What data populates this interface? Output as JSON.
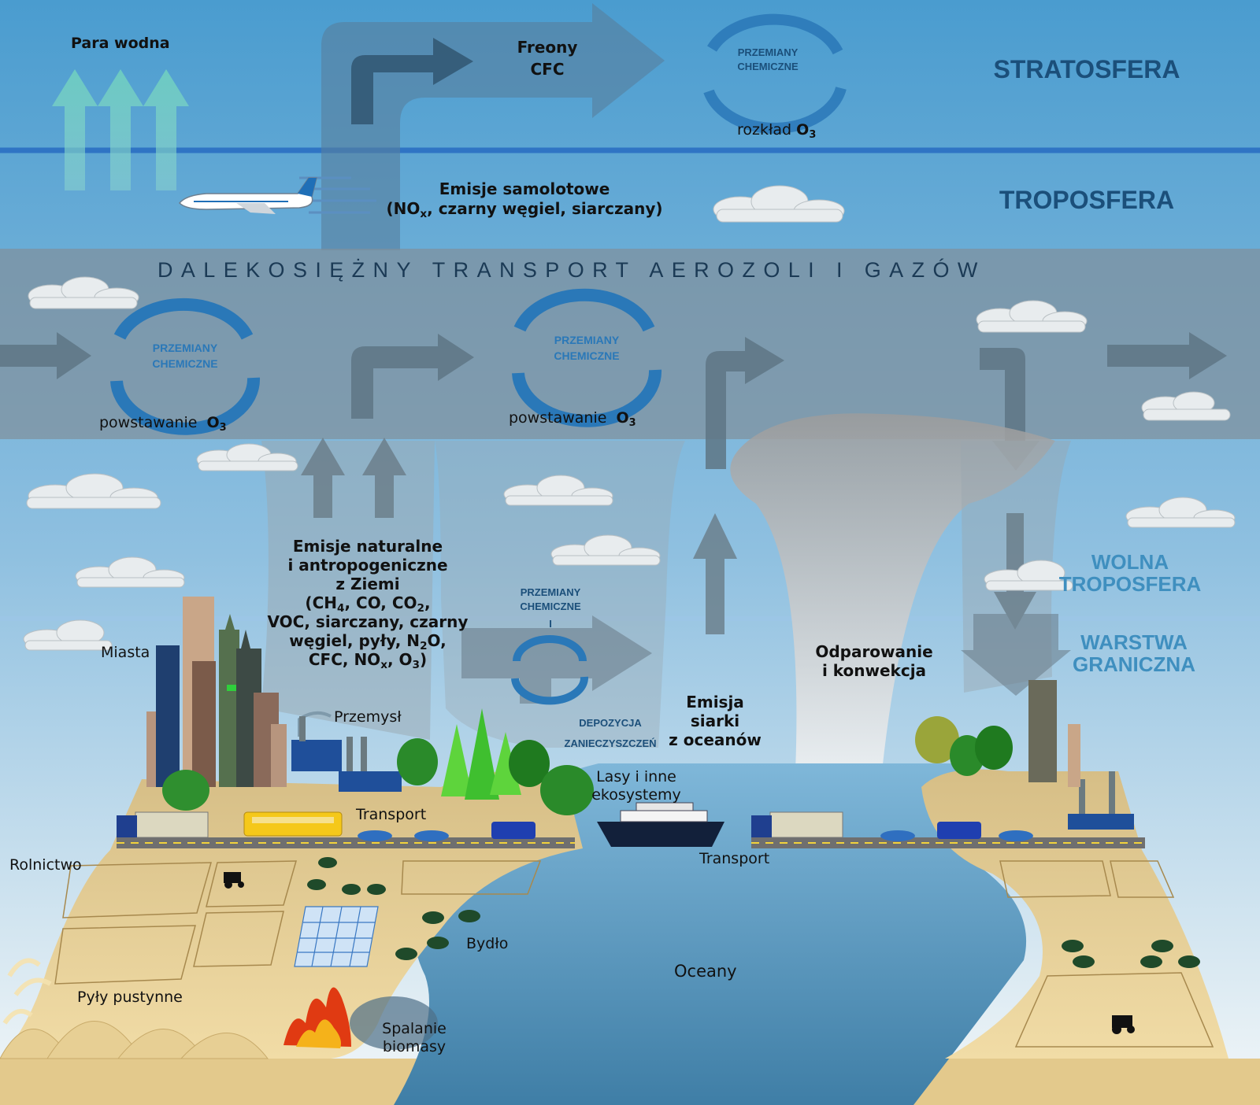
{
  "layers": {
    "stratosphere": "STRATOSFERA",
    "troposphere": "TROPOSFERA",
    "free_troposphere": [
      "WOLNA",
      "TROPOSFERA"
    ],
    "boundary_layer": [
      "WARSTWA",
      "GRANICZNA"
    ]
  },
  "transport_band": "DALEKOSIĘŻNY TRANSPORT AEROZOLI I GAZÓW",
  "chem_label": [
    "PRZEMIANY",
    "CHEMICZNE"
  ],
  "chem_label_small": [
    "PRZEMIANY",
    "CHEMICZNE",
    "I"
  ],
  "deposition": [
    "DEPOZYCJA",
    "ZANIECZYSZCZEŃ"
  ],
  "ozone": {
    "decay": "rozkład",
    "formation": "powstawanie",
    "o": "O",
    "sub": "3"
  },
  "labels": {
    "water_vapor": "Para wodna",
    "freons": [
      "Freony",
      "CFC"
    ],
    "aircraft": {
      "line1": "Emisje samolotowe",
      "open": "(NO",
      "x": "x",
      "rest": ",  czarny węgiel, siarczany)"
    },
    "emissions_lines": [
      "Emisje naturalne",
      "i antropogeniczne",
      "z Ziemi"
    ],
    "emissions_l4": [
      "(CH",
      "4",
      ", CO, CO",
      "2",
      ","
    ],
    "emissions_l5": "VOC, siarczany, czarny",
    "emissions_l6": [
      "węgiel, pyły, N",
      "2",
      "O,"
    ],
    "emissions_l7": [
      "CFC, NO",
      "x",
      ", O",
      "3",
      ")"
    ],
    "sulfur": [
      "Emisja",
      "siarki",
      "z oceanów"
    ],
    "evaporation": [
      "Odparowanie",
      "i konwekcja"
    ],
    "cities": "Miasta",
    "industry": "Przemysł",
    "forests": [
      "Lasy i inne",
      "ekosystemy"
    ],
    "transport_land": "Transport",
    "transport_sea": "Transport",
    "agriculture": "Rolnictwo",
    "cattle": "Bydło",
    "oceans": "Oceany",
    "desert_dust": "Pyły pustynne",
    "biomass": [
      "Spalanie",
      "biomasy"
    ]
  },
  "colors": {
    "sky_top": "#4a9ccf",
    "band_gray": "#7f909c",
    "chem_blue": "#2a78b8",
    "ocean": "#5d9dc7",
    "land": "#e3c98c",
    "layer_text": "#1b4f7a"
  }
}
